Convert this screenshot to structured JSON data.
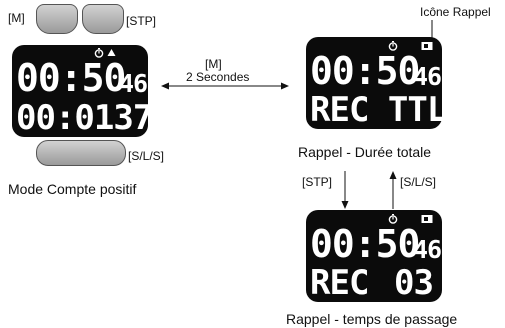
{
  "buttons": {
    "m": "[M]",
    "stp": "[STP]",
    "sls": "[S/L/S]"
  },
  "screen_main": {
    "time": "00:50",
    "sub": "46",
    "line2": "00:0137"
  },
  "screen_total": {
    "time": "00:50",
    "sub": "46",
    "line2": "REC TTL"
  },
  "screen_lap": {
    "time": "00:50",
    "sub": "46",
    "rec": "REC",
    "num": "03"
  },
  "transition_top": {
    "line1": "[M]",
    "line2": "2 Secondes"
  },
  "transition_down": "[STP]",
  "transition_up": "[S/L/S]",
  "captions": {
    "main": "Mode Compte positif",
    "total": "Rappel - Durée totale",
    "lap": "Rappel - temps de passage",
    "recall_icon": "Icône Rappel"
  }
}
